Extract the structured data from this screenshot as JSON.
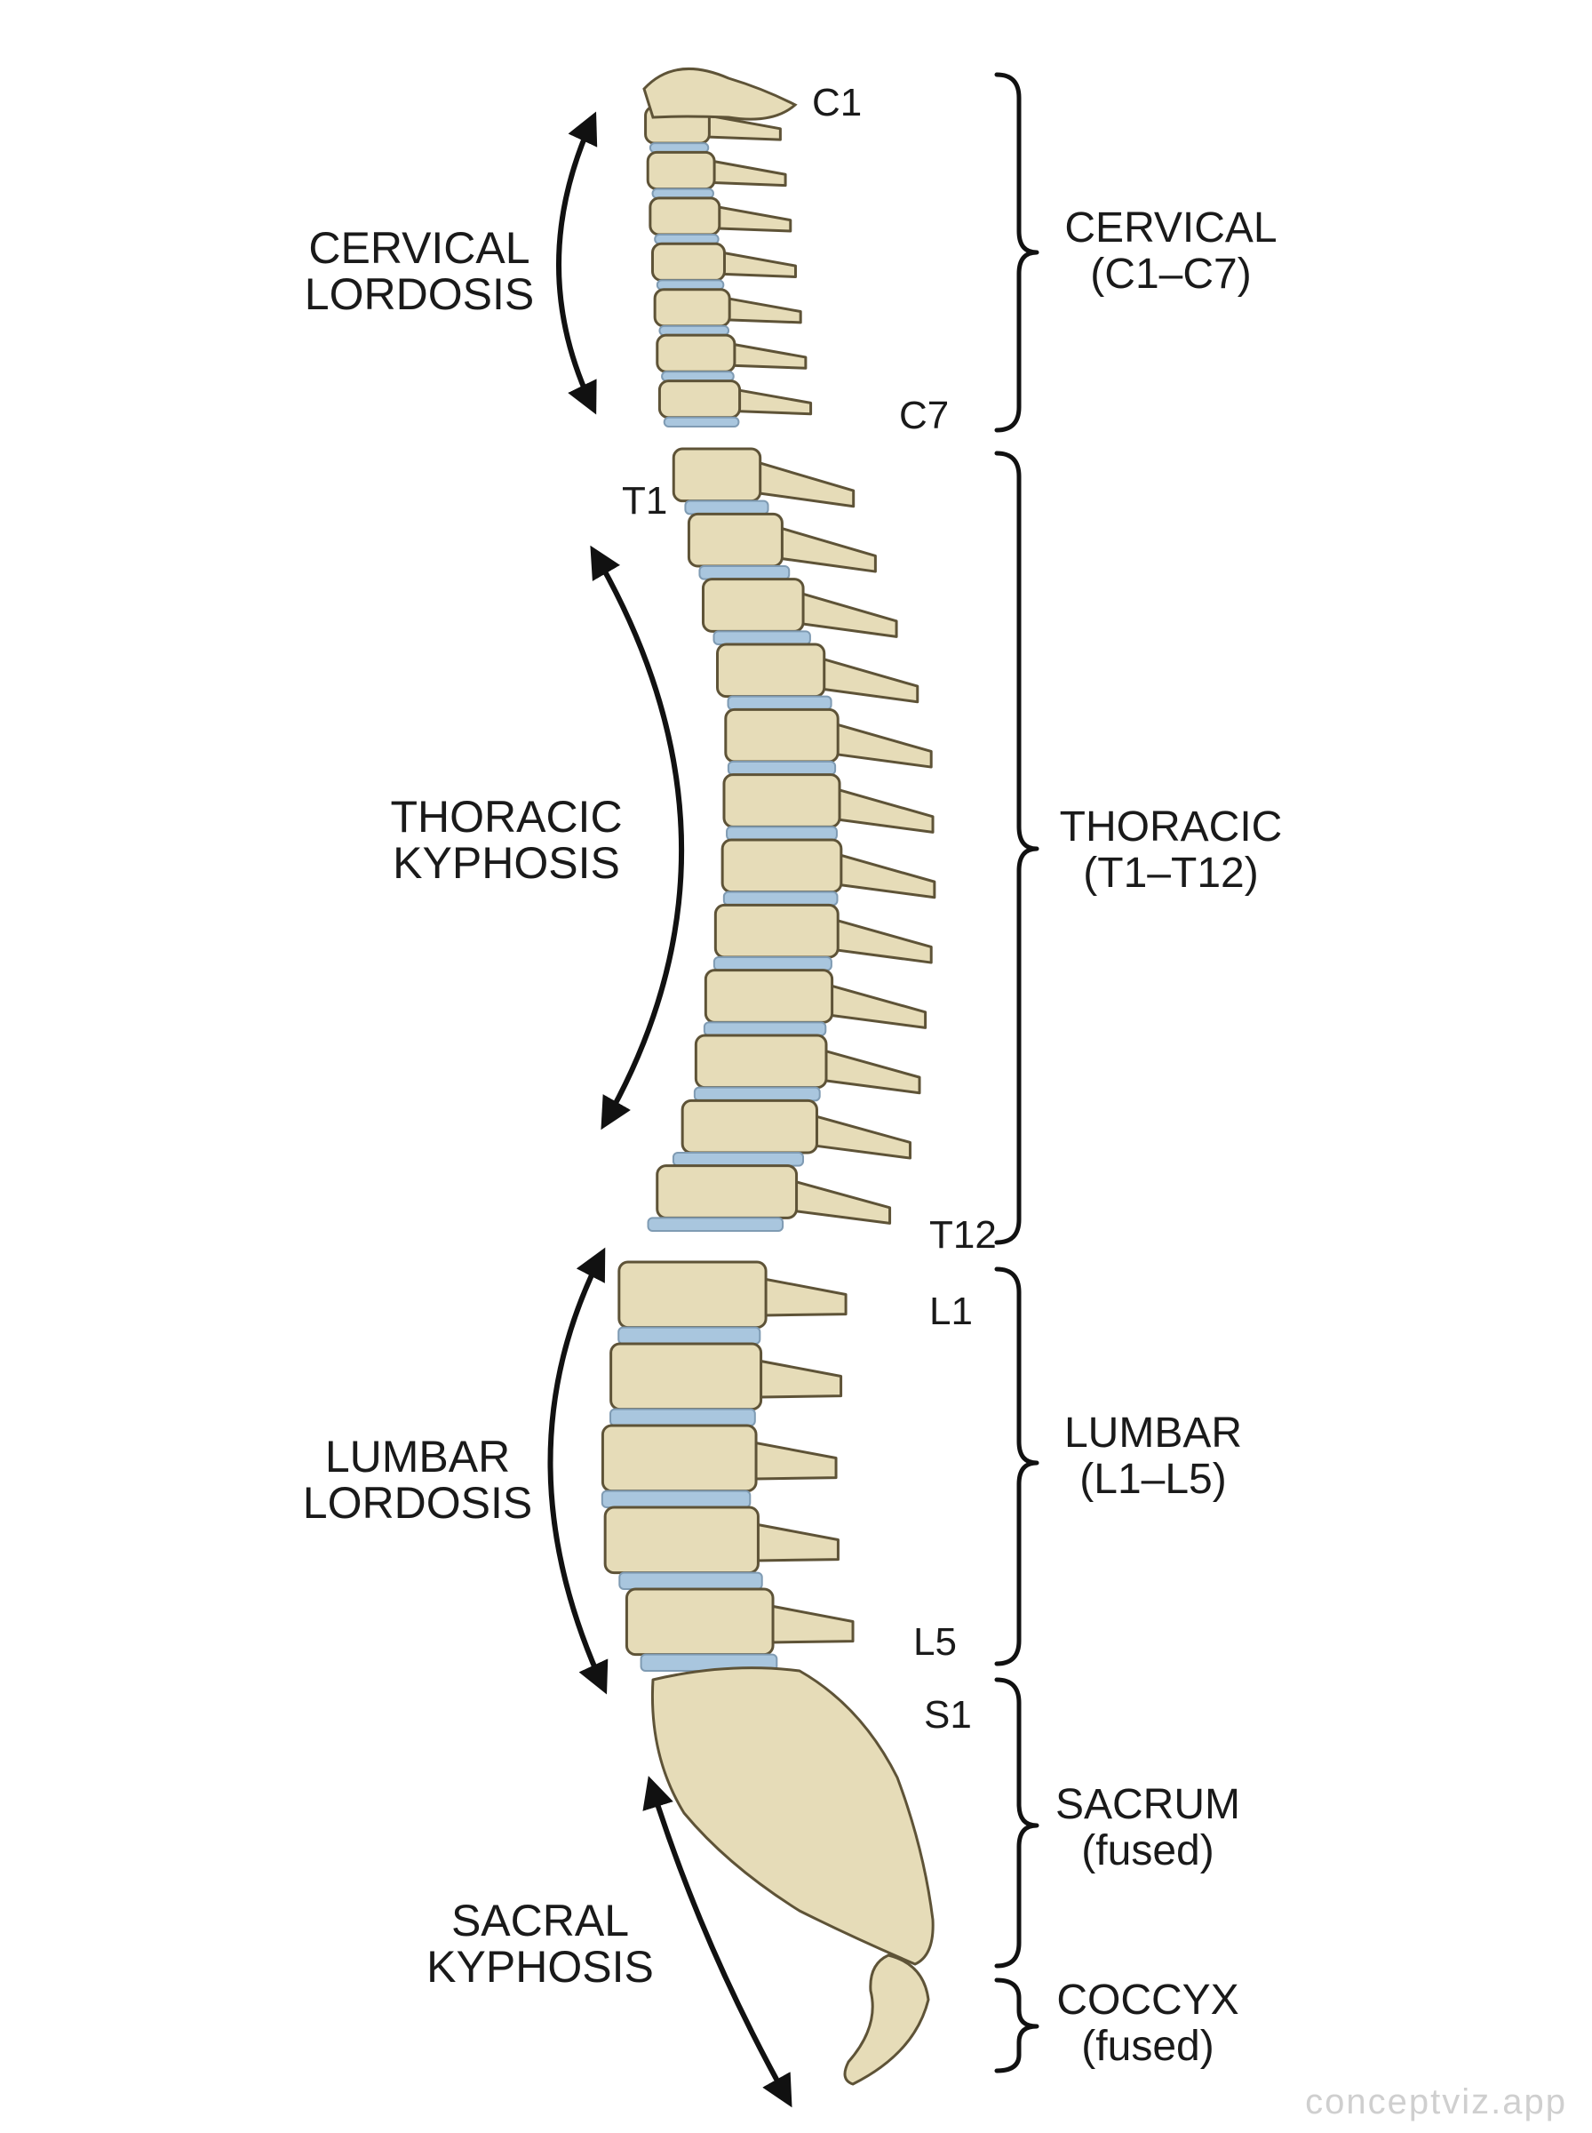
{
  "curves": [
    {
      "line1": "CERVICAL",
      "line2": "LORDOSIS"
    },
    {
      "line1": "THORACIC",
      "line2": "KYPHOSIS"
    },
    {
      "line1": "LUMBAR",
      "line2": "LORDOSIS"
    },
    {
      "line1": "SACRAL",
      "line2": "KYPHOSIS"
    }
  ],
  "regions": [
    {
      "name": "CERVICAL",
      "range": "(C1–C7)"
    },
    {
      "name": "THORACIC",
      "range": "(T1–T12)"
    },
    {
      "name": "LUMBAR",
      "range": "(L1–L5)"
    },
    {
      "name": "SACRUM",
      "range": "(fused)"
    },
    {
      "name": "COCCYX",
      "range": "(fused)"
    }
  ],
  "vertebra_labels": {
    "c1": "C1",
    "c7": "C7",
    "t1": "T1",
    "t12": "T12",
    "l1": "L1",
    "l5": "L5",
    "s1": "S1"
  },
  "watermark": "conceptviz.app",
  "colors": {
    "bone": "#e6dcb8",
    "bone_outline": "#5e5337",
    "disc": "#a9c6de",
    "ink": "#1a1a1a"
  }
}
